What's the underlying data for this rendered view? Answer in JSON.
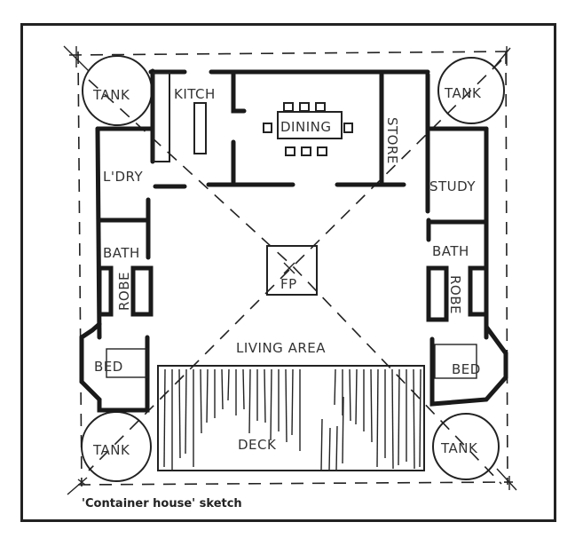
{
  "caption": "'Container house' sketch",
  "rooms": {
    "tank_tl": "TANK",
    "tank_tr": "TANK",
    "tank_bl": "TANK",
    "tank_br": "TANK",
    "kitchen": "KITCH",
    "dining": "DINING",
    "store": "STORE",
    "laundry": "L'DRY",
    "study": "STUDY",
    "bath_left": "BATH",
    "bath_right": "BATH",
    "robe_left": "ROBE",
    "robe_right": "ROBE",
    "bed_left": "BED",
    "bed_right": "BED",
    "fireplace": "FP",
    "living": "LIVING AREA",
    "deck": "DECK"
  }
}
